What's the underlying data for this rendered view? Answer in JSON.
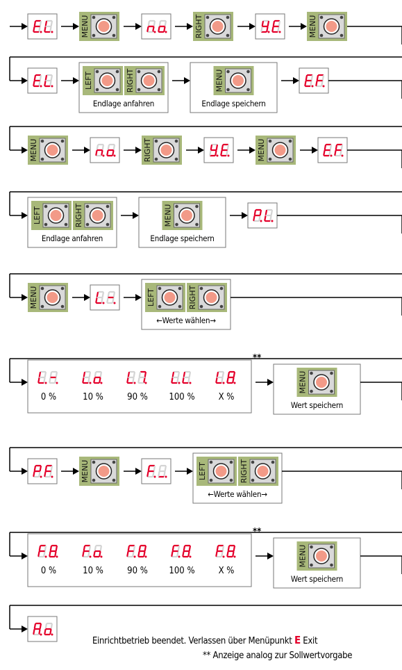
{
  "rows": [
    {
      "items": [
        {
          "type": "disp",
          "text": "E.L."
        },
        {
          "type": "btn",
          "key": "MENU"
        },
        {
          "type": "disp",
          "text": "n.o."
        },
        {
          "type": "btn",
          "key": "RIGHT"
        },
        {
          "type": "disp",
          "text": "Y.E."
        },
        {
          "type": "btn",
          "key": "MENU"
        }
      ]
    },
    {
      "items": [
        {
          "type": "disp",
          "text": "E.L."
        },
        {
          "type": "group",
          "keys": [
            "LEFT",
            "RIGHT"
          ],
          "label": "Endlage anfahren"
        },
        {
          "type": "group",
          "keys": [
            "MENU"
          ],
          "label": "Endlage speichern"
        },
        {
          "type": "disp",
          "text": "E.F."
        }
      ]
    },
    {
      "items": [
        {
          "type": "btn",
          "key": "MENU"
        },
        {
          "type": "disp",
          "text": "n.o."
        },
        {
          "type": "btn",
          "key": "RIGHT"
        },
        {
          "type": "disp",
          "text": "Y.E."
        },
        {
          "type": "btn",
          "key": "MENU"
        },
        {
          "type": "disp",
          "text": "E.F."
        }
      ]
    },
    {
      "items": [
        {
          "type": "group",
          "keys": [
            "LEFT",
            "RIGHT"
          ],
          "label": "Endlage anfahren"
        },
        {
          "type": "group",
          "keys": [
            "MENU"
          ],
          "label": "Endlage speichern"
        },
        {
          "type": "disp",
          "text": "P.L."
        }
      ]
    },
    {
      "items": [
        {
          "type": "btn",
          "key": "MENU"
        },
        {
          "type": "disp",
          "text": "L.-."
        },
        {
          "type": "group",
          "keys": [
            "LEFT",
            "RIGHT"
          ],
          "label": "←Werte wählen→"
        }
      ]
    },
    {
      "items": [
        {
          "type": "values",
          "codes": [
            "L.-.",
            "L.o.",
            "L.7.",
            "L.L.",
            "L.8."
          ],
          "labels": [
            "0 %",
            "10 %",
            "90 %",
            "100 %",
            "X %"
          ]
        },
        {
          "type": "group",
          "keys": [
            "MENU"
          ],
          "label": "Wert speichern"
        }
      ]
    },
    {
      "items": [
        {
          "type": "disp",
          "text": "P.F."
        },
        {
          "type": "btn",
          "key": "MENU"
        },
        {
          "type": "disp",
          "text": "F._."
        },
        {
          "type": "group",
          "keys": [
            "LEFT",
            "RIGHT"
          ],
          "label": "←Werte wählen→"
        }
      ]
    },
    {
      "items": [
        {
          "type": "values",
          "codes": [
            "F.8.",
            "F.o.",
            "F.8.",
            "F.8.",
            "F.8."
          ],
          "labels": [
            "0 %",
            "10 %",
            "90 %",
            "100 %",
            "X %"
          ]
        },
        {
          "type": "group",
          "keys": [
            "MENU"
          ],
          "label": "Wert speichern"
        }
      ]
    },
    {
      "items": [
        {
          "type": "disp",
          "text": "A.o."
        }
      ]
    }
  ],
  "double_star": "**",
  "footer": {
    "line1_before": "Einrichtbetrieb beendet. Verlassen über Menüpunkt",
    "line1_symbol": "E",
    "line1_after": "Exit",
    "line2": "** Anzeige analog zur Sollwertvorgabe"
  },
  "colors": {
    "button_panel": "#a8b87a",
    "button_body": "#d9d9d9",
    "led_red": "#e4002b",
    "led_off": "#d4d4d4",
    "key_text": "#111111",
    "line": "#000000"
  },
  "icons": [
    "pushbutton-icon",
    "arrow-right-icon"
  ]
}
